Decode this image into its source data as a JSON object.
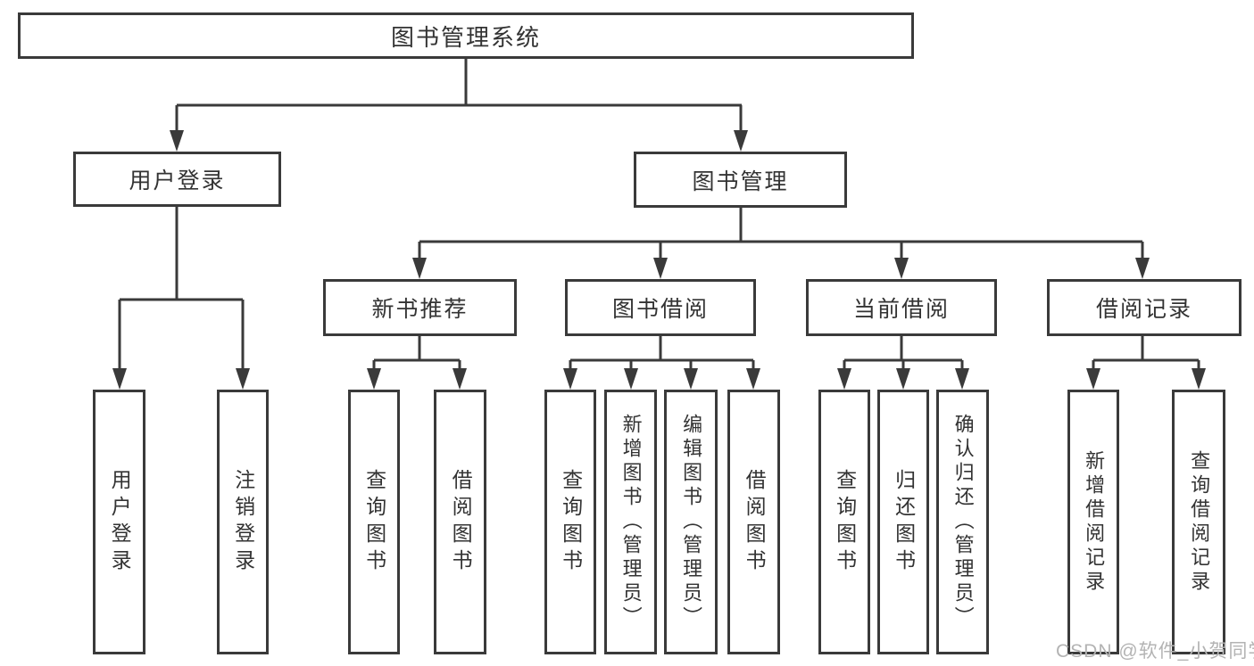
{
  "diagram": {
    "root": {
      "label": "图书管理系统"
    },
    "level2": [
      {
        "label": "用户登录"
      },
      {
        "label": "图书管理"
      }
    ],
    "level3": [
      {
        "label": "新书推荐"
      },
      {
        "label": "图书借阅"
      },
      {
        "label": "当前借阅"
      },
      {
        "label": "借阅记录"
      }
    ],
    "leaves": [
      {
        "label": "用户登录"
      },
      {
        "label": "注销登录"
      },
      {
        "label": "查询图书"
      },
      {
        "label": "借阅图书"
      },
      {
        "label": "查询图书"
      },
      {
        "label": "新增图书（管理员）"
      },
      {
        "label": "编辑图书（管理员）"
      },
      {
        "label": "借阅图书"
      },
      {
        "label": "查询图书"
      },
      {
        "label": "归还图书"
      },
      {
        "label": "确认归还（管理员）"
      },
      {
        "label": "新增借阅记录"
      },
      {
        "label": "查询借阅记录"
      }
    ]
  },
  "watermark": {
    "text": "CSDN @软件_小贺同学"
  },
  "colors": {
    "line": "#3a3a3a",
    "text": "#333333",
    "watermark": "#b3b3b3",
    "background": "#ffffff"
  }
}
